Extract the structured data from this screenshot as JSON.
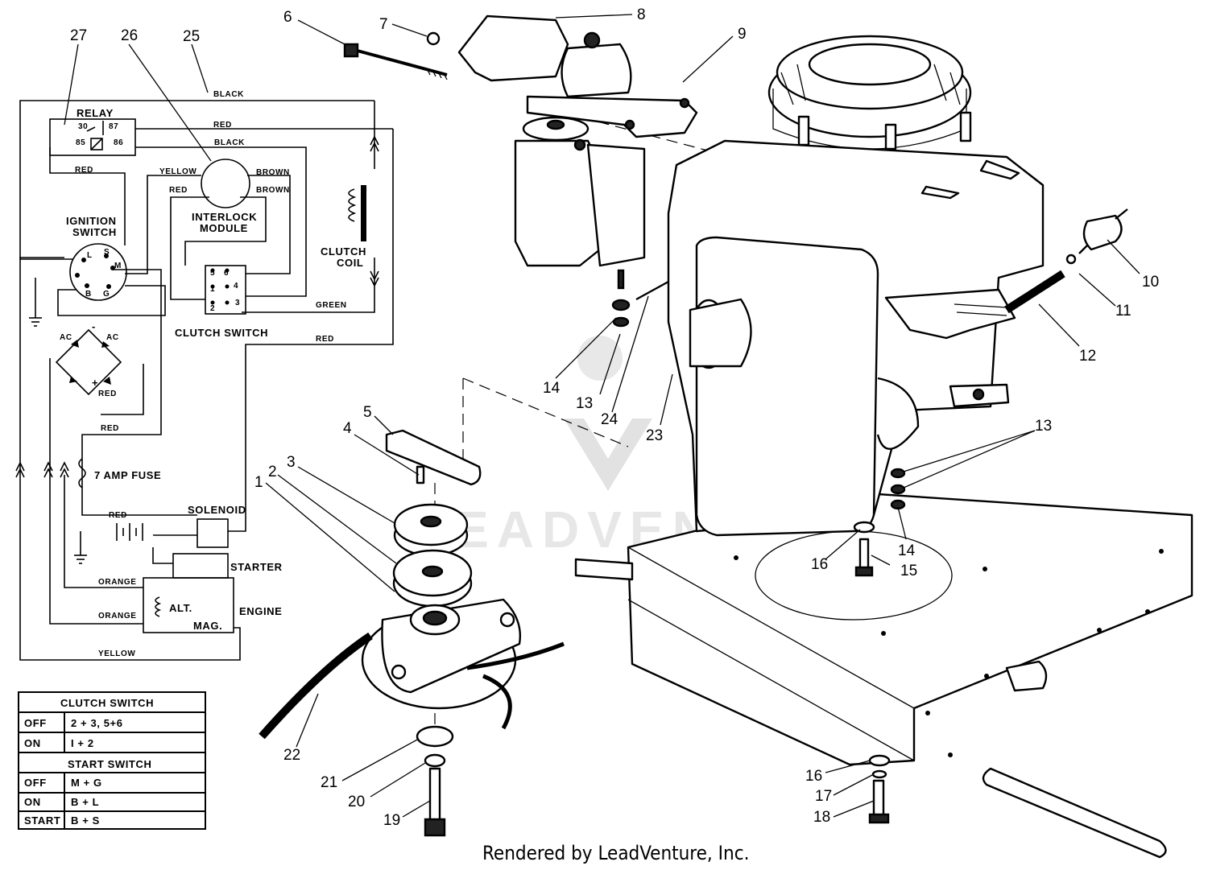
{
  "wiring": {
    "labels": {
      "relay": "RELAY",
      "relay_30": "30",
      "relay_87": "87",
      "relay_85": "85",
      "relay_86": "86",
      "ignition_1": "IGNITION",
      "ignition_2": "SWITCH",
      "term_l": "L",
      "term_s": "S",
      "term_m": "M",
      "term_g": "G",
      "term_b": "B",
      "interlock_1": "INTERLOCK",
      "interlock_2": "MODULE",
      "clutch_coil_1": "CLUTCH",
      "clutch_coil_2": "COIL",
      "clutch_switch": "CLUTCH SWITCH",
      "cs_5": "5",
      "cs_6": "6",
      "cs_1": "1",
      "cs_4": "4",
      "cs_2": "2",
      "cs_3": "3",
      "ac_left": "AC",
      "ac_right": "AC",
      "minus": "-",
      "plus": "+",
      "fuse": "7 AMP FUSE",
      "solenoid": "SOLENOID",
      "starter": "STARTER",
      "engine": "ENGINE",
      "alt": "ALT.",
      "mag": "MAG."
    },
    "wires": {
      "black_top": "BLACK",
      "red_top": "RED",
      "black_2": "BLACK",
      "red_left": "RED",
      "yellow": "YELLOW",
      "brown_1": "BROWN",
      "red_module": "RED",
      "brown_2": "BROWN",
      "green": "GREEN",
      "red_mid": "RED",
      "red_rect": "RED",
      "red_fuse": "RED",
      "red_batt": "RED",
      "orange_1": "ORANGE",
      "orange_2": "ORANGE",
      "yellow_bottom": "YELLOW"
    }
  },
  "switch_table": {
    "clutch_header": "CLUTCH SWITCH",
    "clutch_rows": [
      {
        "state": "OFF",
        "contacts": "2 + 3,  5+6"
      },
      {
        "state": "ON",
        "contacts": "I + 2"
      }
    ],
    "start_header": "START SWITCH",
    "start_rows": [
      {
        "state": "OFF",
        "contacts": "M + G"
      },
      {
        "state": "ON",
        "contacts": "B + L"
      },
      {
        "state": "START",
        "contacts": "B + S"
      }
    ]
  },
  "callouts": {
    "c1": "1",
    "c2": "2",
    "c3": "3",
    "c4": "4",
    "c5": "5",
    "c6": "6",
    "c7": "7",
    "c8": "8",
    "c9": "9",
    "c10": "10",
    "c11": "11",
    "c12": "12",
    "c13a": "13",
    "c13b": "13",
    "c14a": "14",
    "c14b": "14",
    "c15": "15",
    "c16a": "16",
    "c16b": "16",
    "c17": "17",
    "c18": "18",
    "c19": "19",
    "c20": "20",
    "c21": "21",
    "c22": "22",
    "c23": "23",
    "c24": "24",
    "c25": "25",
    "c26": "26",
    "c27": "27"
  },
  "watermark": "LEADVENTURE",
  "footer": "Rendered by LeadVenture, Inc."
}
